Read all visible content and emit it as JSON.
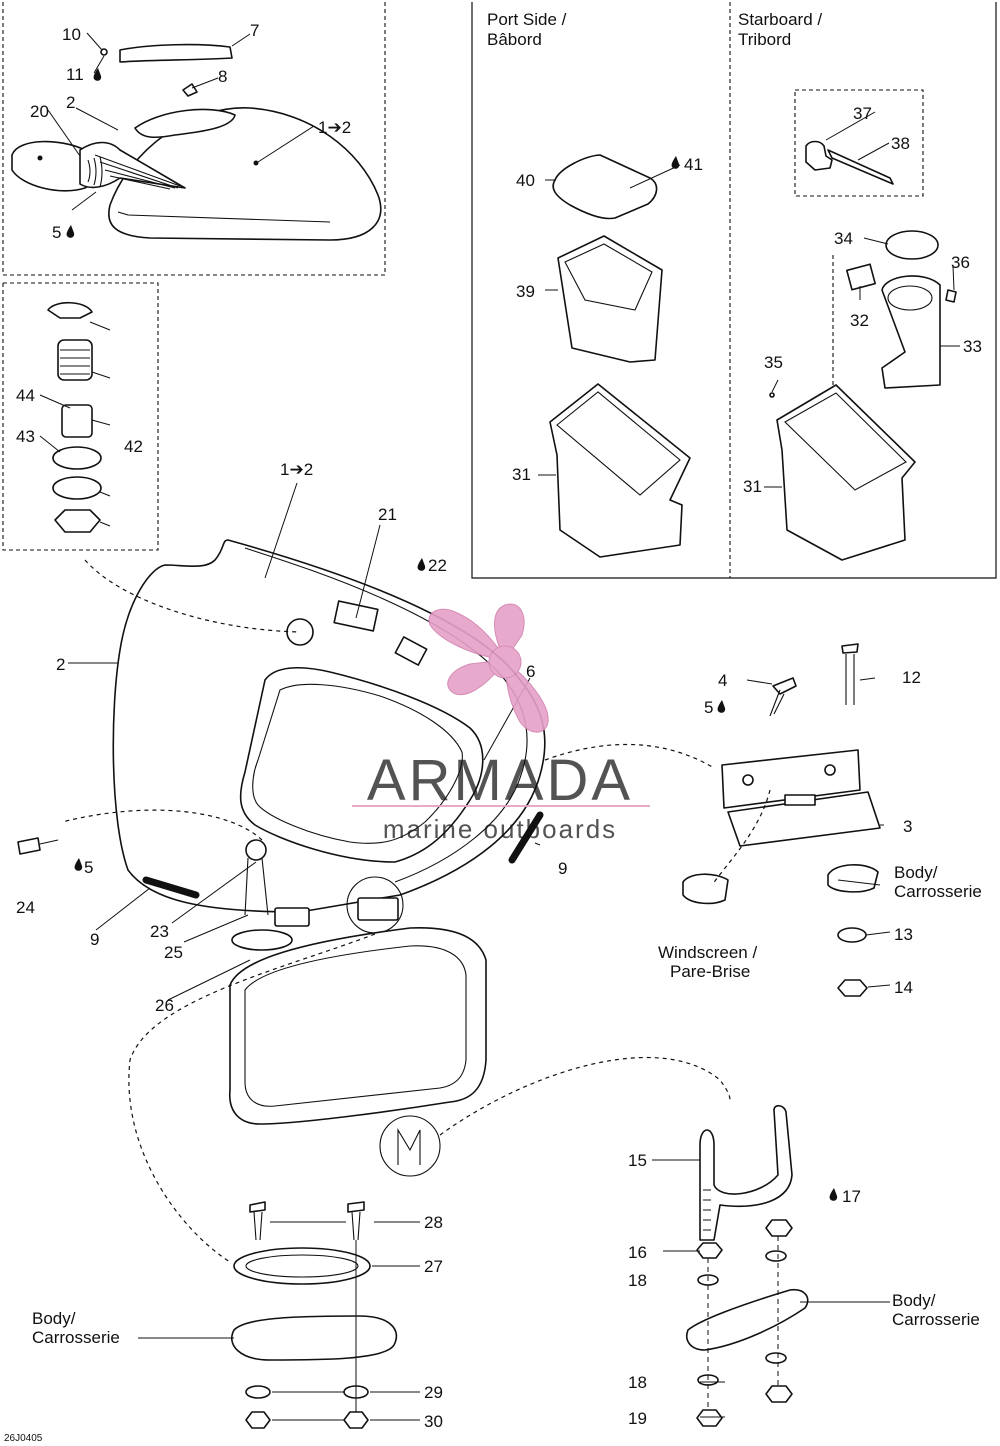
{
  "diagram": {
    "code": "26J0405",
    "sections": {
      "port_side": "Port Side /",
      "port_side_fr": "Bâbord",
      "starboard": "Starboard /",
      "starboard_fr": "Tribord"
    },
    "callouts": {
      "c1_2_top": "1➔2",
      "c1_2_main": "1➔2",
      "c2_top": "2",
      "c2_side": "2",
      "c3": "3",
      "c4": "4",
      "c5_top": "5",
      "c5_left": "5",
      "c5_hinge": "5",
      "c6": "6",
      "c7": "7",
      "c8": "8",
      "c9_left": "9",
      "c9_right": "9",
      "c10": "10",
      "c11": "11",
      "c12": "12",
      "c13": "13",
      "c14": "14",
      "c15": "15",
      "c16": "16",
      "c17": "17",
      "c18_a": "18",
      "c18_b": "18",
      "c19": "19",
      "c20": "20",
      "c21": "21",
      "c22": "22",
      "c23": "23",
      "c24": "24",
      "c25": "25",
      "c26": "26",
      "c27": "27",
      "c28": "28",
      "c29": "29",
      "c30": "30",
      "c31_port": "31",
      "c31_star": "31",
      "c32": "32",
      "c33": "33",
      "c34": "34",
      "c35": "35",
      "c36": "36",
      "c37": "37",
      "c38": "38",
      "c39": "39",
      "c40": "40",
      "c41": "41",
      "c42": "42",
      "c43": "43",
      "c44": "44"
    },
    "labels": {
      "windscreen": "Windscreen /",
      "windscreen_fr": "Pare-Brise",
      "body_right_1": "Body/",
      "body_right_1_fr": "Carrosserie",
      "body_left": "Body/",
      "body_left_fr": "Carrosserie",
      "body_right_2": "Body/",
      "body_right_2_fr": "Carrosserie"
    }
  },
  "watermark": {
    "brand": "ARMADA",
    "tagline": "marine outboards",
    "color": "#e5a1c8"
  }
}
